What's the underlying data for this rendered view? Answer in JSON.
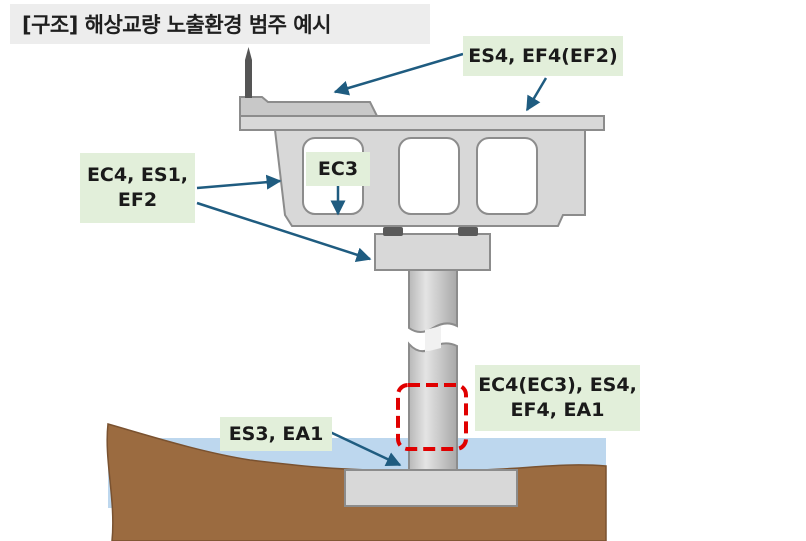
{
  "title": "[구조] 해상교량 노출환경 범주 예시",
  "labels": {
    "deck": "ES4, EF4(EF2)",
    "girder_line1": "EC4, ES1,",
    "girder_line2": "EF2",
    "interior": "EC3",
    "column_line1": "EC4(EC3), ES4,",
    "column_line2": "EF4, EA1",
    "footing": "ES3, EA1"
  },
  "colors": {
    "concrete": "#d8d8d8",
    "concrete_stroke": "#8c8c8c",
    "water": "#bdd7ee",
    "soil": "#9b6b40",
    "arrow": "#1f5c80",
    "zone": "#e00000",
    "label_bg": "#e2efda"
  }
}
